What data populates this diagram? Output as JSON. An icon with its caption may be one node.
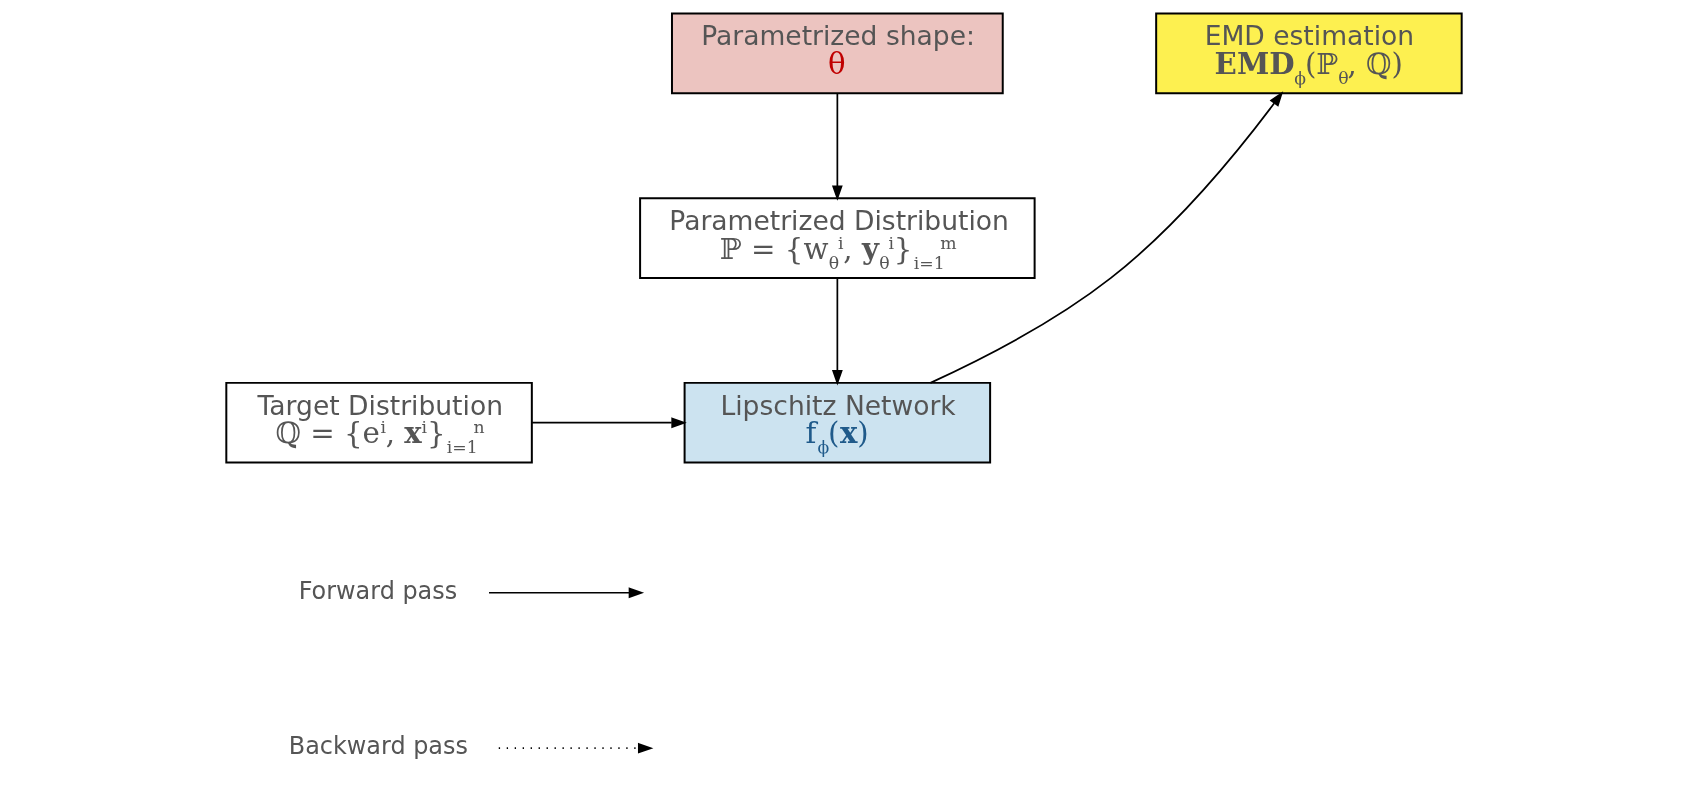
{
  "diagram": {
    "nodes": [
      {
        "text": [
          "Parametrized shape:",
          "θ"
        ]
      },
      {
        "text": [
          "EMD estimation",
          "**EMD**$_{ϕ}$(ℙ$_{θ}$, ℚ)"
        ]
      },
      {
        "text": [
          "Parametrized Distribution",
          "ℙ = {w$_{θ}$$^{i}$, **y**$_{θ}$$^{i}$}$_{i=1}$$^{m}$"
        ]
      },
      {
        "text": [
          "Target Distribution",
          "ℚ = {e$^{i}$, **x**$^{i}$}$_{i=1}$$^{n}$"
        ]
      },
      {
        "text": [
          "Lipschitz Network",
          "f$_{ϕ}$(**x**)"
        ]
      }
    ],
    "edges": [
      {
        "from": 0,
        "to": 2,
        "arrow": "to"
      },
      {
        "from": 2,
        "to": 4,
        "arrow": "to"
      },
      {
        "from": 3,
        "to": 4,
        "arrow": "to"
      },
      {
        "from": 4,
        "to": 1,
        "arrow": "to"
      }
    ],
    "legend": [
      {
        "text": "Forward pass"
      },
      {
        "text": "Backward pass"
      }
    ]
  }
}
